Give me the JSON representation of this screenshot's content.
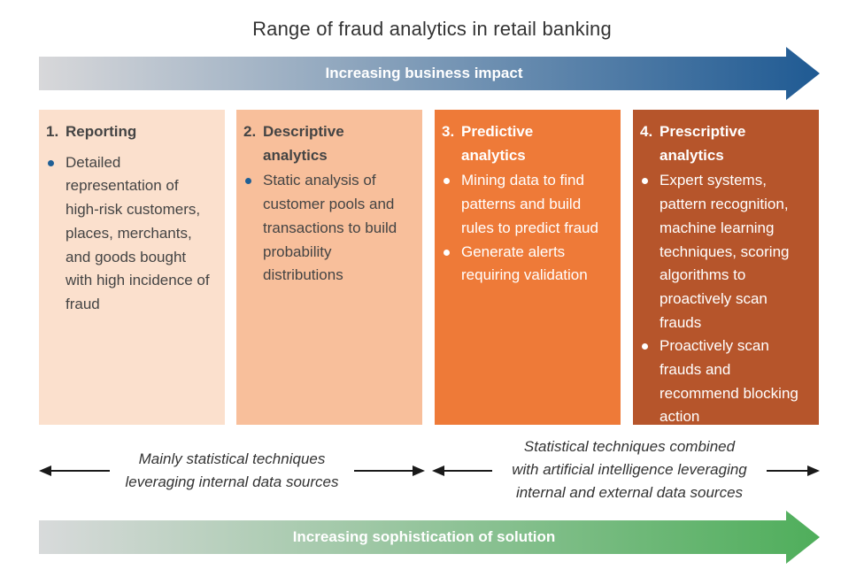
{
  "title": "Range of fraud analytics in retail banking",
  "top_arrow": {
    "label": "Increasing business impact",
    "colors": [
      "#d8d8da",
      "#1f5a93"
    ]
  },
  "bottom_arrow": {
    "label": "Increasing sophistication of solution",
    "colors": [
      "#d8dadb",
      "#4fae5b"
    ]
  },
  "stages": [
    {
      "number": "1.",
      "title": "Reporting",
      "bg": "#fbe0cd",
      "text_color": "#444444",
      "bullets": [
        "Detailed representation of high-risk customers, places, merchants, and goods bought with high incidence of fraud"
      ]
    },
    {
      "number": "2.",
      "title": "Descriptive analytics",
      "bg": "#f8bf9b",
      "text_color": "#444444",
      "bullets": [
        "Static analysis of customer pools and transactions to build probability distributions"
      ]
    },
    {
      "number": "3.",
      "title": "Predictive analytics",
      "bg": "#ee7a38",
      "text_color": "#ffffff",
      "bullets": [
        "Mining data to find patterns and build rules to predict fraud",
        "Generate alerts requiring validation"
      ]
    },
    {
      "number": "4.",
      "title": "Prescriptive analytics",
      "bg": "#b6552b",
      "text_color": "#ffffff",
      "bullets": [
        "Expert systems, pattern recognition, machine learning techniques, scoring algorithms to proactively scan frauds",
        "Proactively scan frauds and recommend blocking action"
      ]
    }
  ],
  "notes": {
    "left": [
      "Mainly statistical techniques",
      "leveraging internal data sources"
    ],
    "right": [
      "Statistical techniques combined",
      "with artificial intelligence leveraging",
      "internal and external data sources"
    ]
  }
}
